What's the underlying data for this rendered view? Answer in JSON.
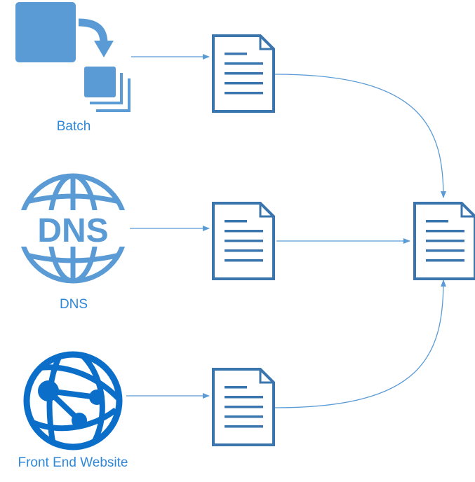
{
  "colors": {
    "accent_blue": "#2F87D9",
    "doc_stroke": "#3A75AE",
    "batch_square": "#5B9BD5",
    "dns_globe": "#5B9BD5",
    "website_globe": "#0B6FC9",
    "connector": "#5B9BD5"
  },
  "sources": [
    {
      "label": "Batch",
      "icon": "batch-icon"
    },
    {
      "label": "DNS",
      "icon": "dns-globe-icon"
    },
    {
      "label": "Front End Website",
      "icon": "web-globe-icon"
    }
  ],
  "dns_icon_text": "DNS",
  "documents": {
    "icon": "document-icon",
    "count": 4
  }
}
